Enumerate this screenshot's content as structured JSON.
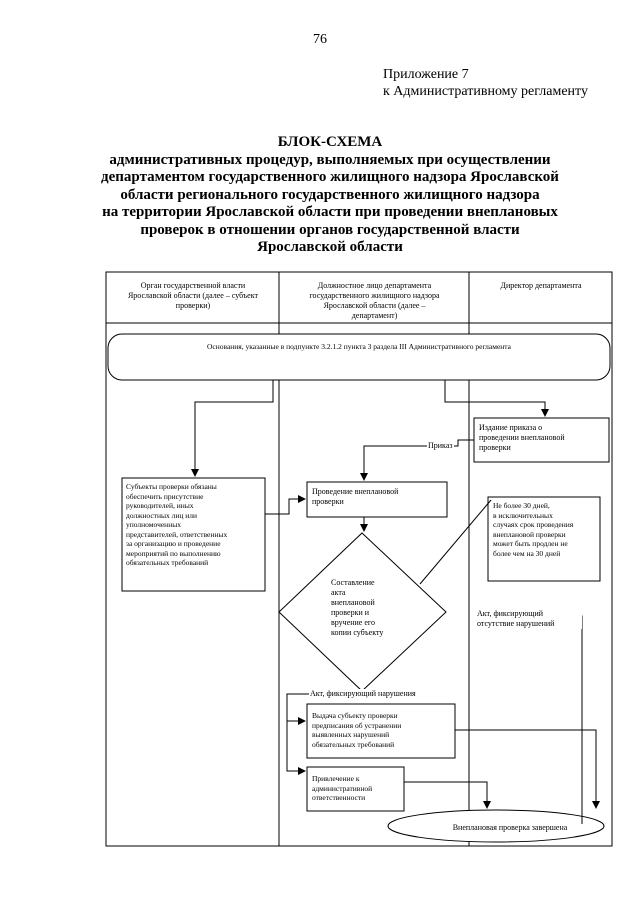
{
  "page_number": "76",
  "appendix": {
    "line1": "Приложение 7",
    "line2": "к Административному регламенту"
  },
  "title": {
    "line1": "БЛОК-СХЕМА",
    "line2": "административных процедур, выполняемых при осуществлении",
    "line3": "департаментом государственного жилищного надзора Ярославской",
    "line4": "области регионального государственного жилищного надзора",
    "line5": "на территории Ярославской области при проведении внеплановых",
    "line6": "проверок в отношении органов государственной власти",
    "line7": "Ярославской области"
  },
  "columns": {
    "col1": [
      "Орган государственной власти",
      "Ярославской области (далее – субъект",
      "проверки)"
    ],
    "col2": [
      "Должностное лицо департамента",
      "государственного жилищного надзора",
      "Ярославской области (далее –",
      "департамент)"
    ],
    "col3": [
      "Директор департамента"
    ]
  },
  "flow": {
    "grounds": "Основания, указанные в подпункте 3.2.1.2  пункта 3 раздела III Административного  регламента",
    "order_issue": [
      "Издание приказа о",
      "проведении внеплановой",
      "проверки"
    ],
    "order_label": "Приказ",
    "subjects_obliged": [
      "Субъекты проверки обязаны",
      "обеспечить присутствие",
      "руководителей, иных",
      "должностных лиц или",
      "уполномоченных",
      "представителей, ответственных",
      "за организацию и проведение",
      "мероприятий по выполнению",
      "обязательных требований"
    ],
    "conduct": [
      "Проведение внеплановой",
      "проверки"
    ],
    "note_30": [
      "Не более 30 дней,",
      "в исключительных",
      "случаях срок проведения",
      "внеплановой проверки",
      "может быть продлен не",
      "более чем на 30 дней"
    ],
    "act_drafting": [
      "Составление",
      "акта",
      "внеплановой",
      "проверки и",
      "вручение его",
      "копии субъекту"
    ],
    "act_no_violations": [
      "Акт, фиксирующий",
      "отсутствие нарушений"
    ],
    "act_violations": "Акт, фиксирующий нарушения",
    "order_fix": [
      "Выдача субъекту проверки",
      "предписания об устранении",
      "выявленных нарушений",
      "обязательных требований"
    ],
    "liability": [
      "Привлечение к",
      "административной",
      "ответственности"
    ],
    "completed": "Внеплановая проверка завершена"
  }
}
